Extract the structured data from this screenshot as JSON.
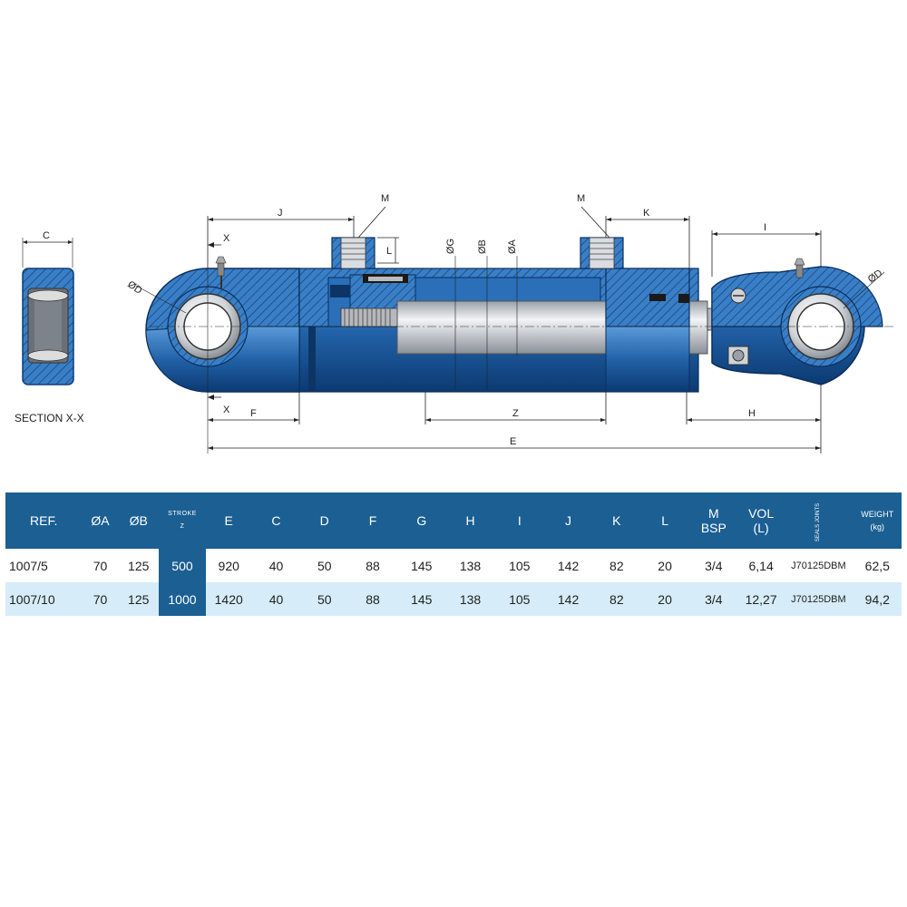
{
  "drawing": {
    "section_label": "SECTION X-X",
    "dim_labels": {
      "C": "C",
      "J": "J",
      "K": "K",
      "M_left": "M",
      "M_right": "M",
      "L": "L",
      "X_top": "X",
      "X_bottom": "X",
      "D_left": "ØD",
      "D_right": "ØD",
      "G": "ØG",
      "B": "ØB",
      "A": "ØA",
      "I": "I",
      "F": "F",
      "Z": "Z",
      "H": "H",
      "E": "E"
    },
    "colors": {
      "body_blue": "#2a6fb8",
      "dark_blue": "#0d3d78",
      "hatch_blue": "#3a80c8",
      "rod_grey": "#cfd3d8"
    }
  },
  "table": {
    "header_bg": "#1b5f93",
    "headers": {
      "ref": "REF.",
      "a": "ØA",
      "b": "ØB",
      "stroke_top": "STROKE",
      "stroke_bottom": "Z",
      "e": "E",
      "c": "C",
      "d": "D",
      "f": "F",
      "g": "G",
      "h": "H",
      "i": "I",
      "j": "J",
      "k": "K",
      "l": "L",
      "m_top": "M",
      "m_bottom": "BSP",
      "vol_top": "VOL",
      "vol_bottom": "(L)",
      "seals": "SEALS JOINTS",
      "weight_top": "WEIGHT",
      "weight_bottom": "(kg)"
    },
    "rows": [
      {
        "ref": "1007/5",
        "a": "70",
        "b": "125",
        "z": "500",
        "e": "920",
        "c": "40",
        "d": "50",
        "f": "88",
        "g": "145",
        "h": "138",
        "i": "105",
        "j": "142",
        "k": "82",
        "l": "20",
        "m": "3/4",
        "vol": "6,14",
        "seals": "J70125DBM",
        "weight": "62,5"
      },
      {
        "ref": "1007/10",
        "a": "70",
        "b": "125",
        "z": "1000",
        "e": "1420",
        "c": "40",
        "d": "50",
        "f": "88",
        "g": "145",
        "h": "138",
        "i": "105",
        "j": "142",
        "k": "82",
        "l": "20",
        "m": "3/4",
        "vol": "12,27",
        "seals": "J70125DBM",
        "weight": "94,2"
      }
    ]
  }
}
